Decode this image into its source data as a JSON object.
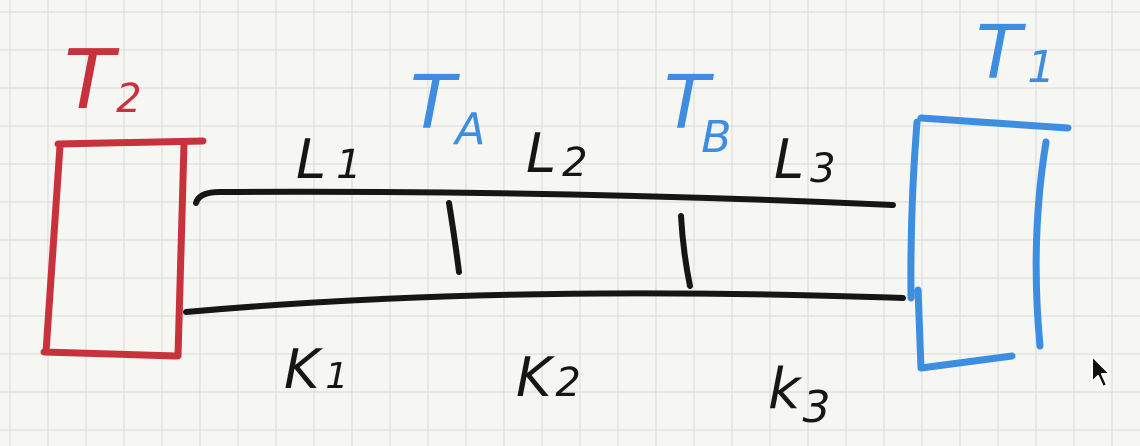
{
  "colors": {
    "background": "#f6f6f3",
    "grid": "#dedede",
    "red": "#c8323c",
    "blue": "#3d8de0",
    "ink": "#161616"
  },
  "labels": {
    "T2": {
      "main": "T",
      "sub": "2"
    },
    "T1": {
      "main": "T",
      "sub": "1"
    },
    "TA": {
      "main": "T",
      "sub": "A"
    },
    "TB": {
      "main": "T",
      "sub": "B"
    },
    "L1": {
      "main": "L",
      "sub": "1"
    },
    "L2": {
      "main": "L",
      "sub": "2"
    },
    "L3": {
      "main": "L",
      "sub": "3"
    },
    "k1": {
      "main": "K",
      "sub": "1"
    },
    "k2": {
      "main": "K",
      "sub": "2"
    },
    "k3": {
      "main": "k",
      "sub": "3"
    }
  },
  "cursor_icon": "mouse-pointer-icon"
}
